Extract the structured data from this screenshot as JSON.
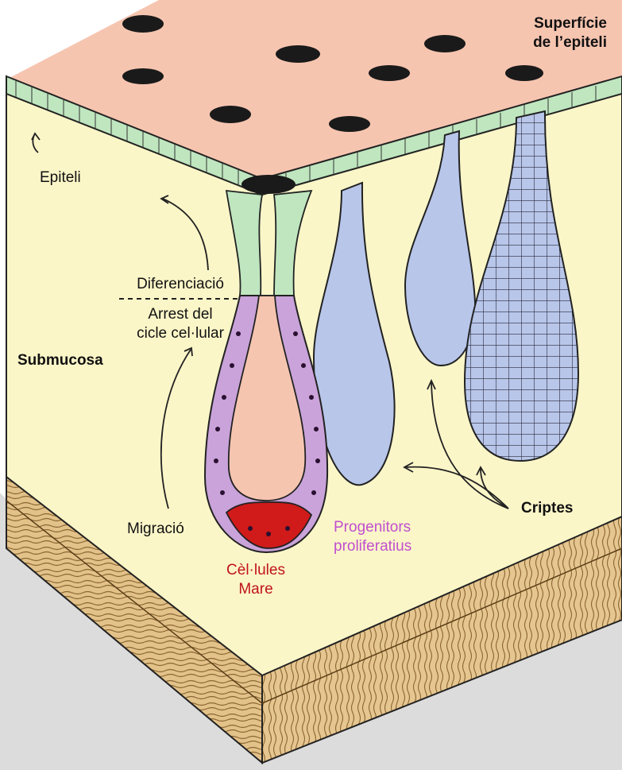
{
  "labels": {
    "surface_line1": "Superfície",
    "surface_line2": "de l’epiteli",
    "epithelium": "Epiteli",
    "differentiation": "Diferenciació",
    "cycle_arrest_line1": "Arrest del",
    "cycle_arrest_line2": "cicle cel·lular",
    "submucosa": "Submucosa",
    "migration": "Migració",
    "stem_cells_line1": "Cèl·lules",
    "stem_cells_line2": "Mare",
    "progenitors_line1": "Progenitors",
    "progenitors_line2": "proliferatius",
    "crypts": "Criptes"
  },
  "colors": {
    "surface": "#f6c5b0",
    "epithelium_green": "#bfe6bf",
    "submucosa": "#fbf6c8",
    "muscle": "#e3c28a",
    "crypt_blue": "#b8c6ea",
    "progenitor_purple": "#c9a3d9",
    "stem_red": "#d11a1a",
    "stem_label": "#c0141a",
    "progenitor_label": "#c04fd0",
    "base_gray": "#dcdcdc"
  }
}
